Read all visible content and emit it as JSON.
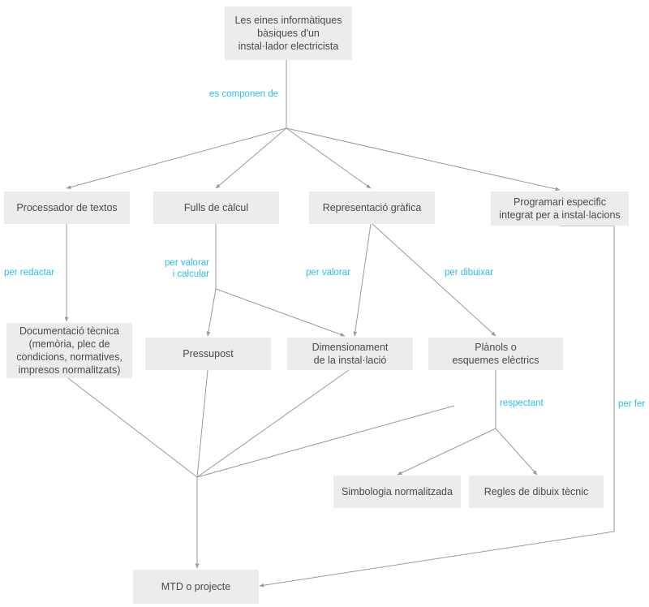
{
  "diagram": {
    "title_node": "Les eines informàtiques bàsiques d'un instal·lador electricista",
    "background_color": "#ffffff",
    "node_fill": "#ececec",
    "node_text_color": "#4a4a4a",
    "label_color": "#29bdf5",
    "edge_color": "#9a9a9a",
    "nodes": [
      {
        "id": "root",
        "text": "Les eines informàtiques\nbàsiques d'un\ninstal·lador electricista"
      },
      {
        "id": "processador",
        "text": "Processador de textos"
      },
      {
        "id": "fulls",
        "text": "Fulls de càlcul"
      },
      {
        "id": "representacio",
        "text": "Representació gràfica"
      },
      {
        "id": "programari",
        "text": "Programari especific\nintegrat per a instal·lacions"
      },
      {
        "id": "documentacio",
        "text": "Documentació tècnica\n(memòria, plec de\ncondicions, normatives,\nimpresos normalitzats)"
      },
      {
        "id": "pressupost",
        "text": "Pressupost"
      },
      {
        "id": "dimensionament",
        "text": "Dimensionament\nde la instal·lació"
      },
      {
        "id": "planols",
        "text": "Plànols o\nesquemes elèctrics"
      },
      {
        "id": "simbologia",
        "text": "Simbologia normalitzada"
      },
      {
        "id": "regles",
        "text": "Regles de dibuix tècnic"
      },
      {
        "id": "mtd",
        "text": "MTD o projecte"
      }
    ],
    "edge_labels": [
      {
        "id": "es-componen-de",
        "text": "es componen de"
      },
      {
        "id": "per-redactar",
        "text": "per redactar"
      },
      {
        "id": "per-valorar-i-calcular",
        "text": "per valorar\ni calcular"
      },
      {
        "id": "per-valorar",
        "text": "per valorar"
      },
      {
        "id": "per-dibuixar",
        "text": "per dibuixar"
      },
      {
        "id": "respectant",
        "text": "respectant"
      },
      {
        "id": "per-fer",
        "text": "per fer"
      }
    ]
  }
}
